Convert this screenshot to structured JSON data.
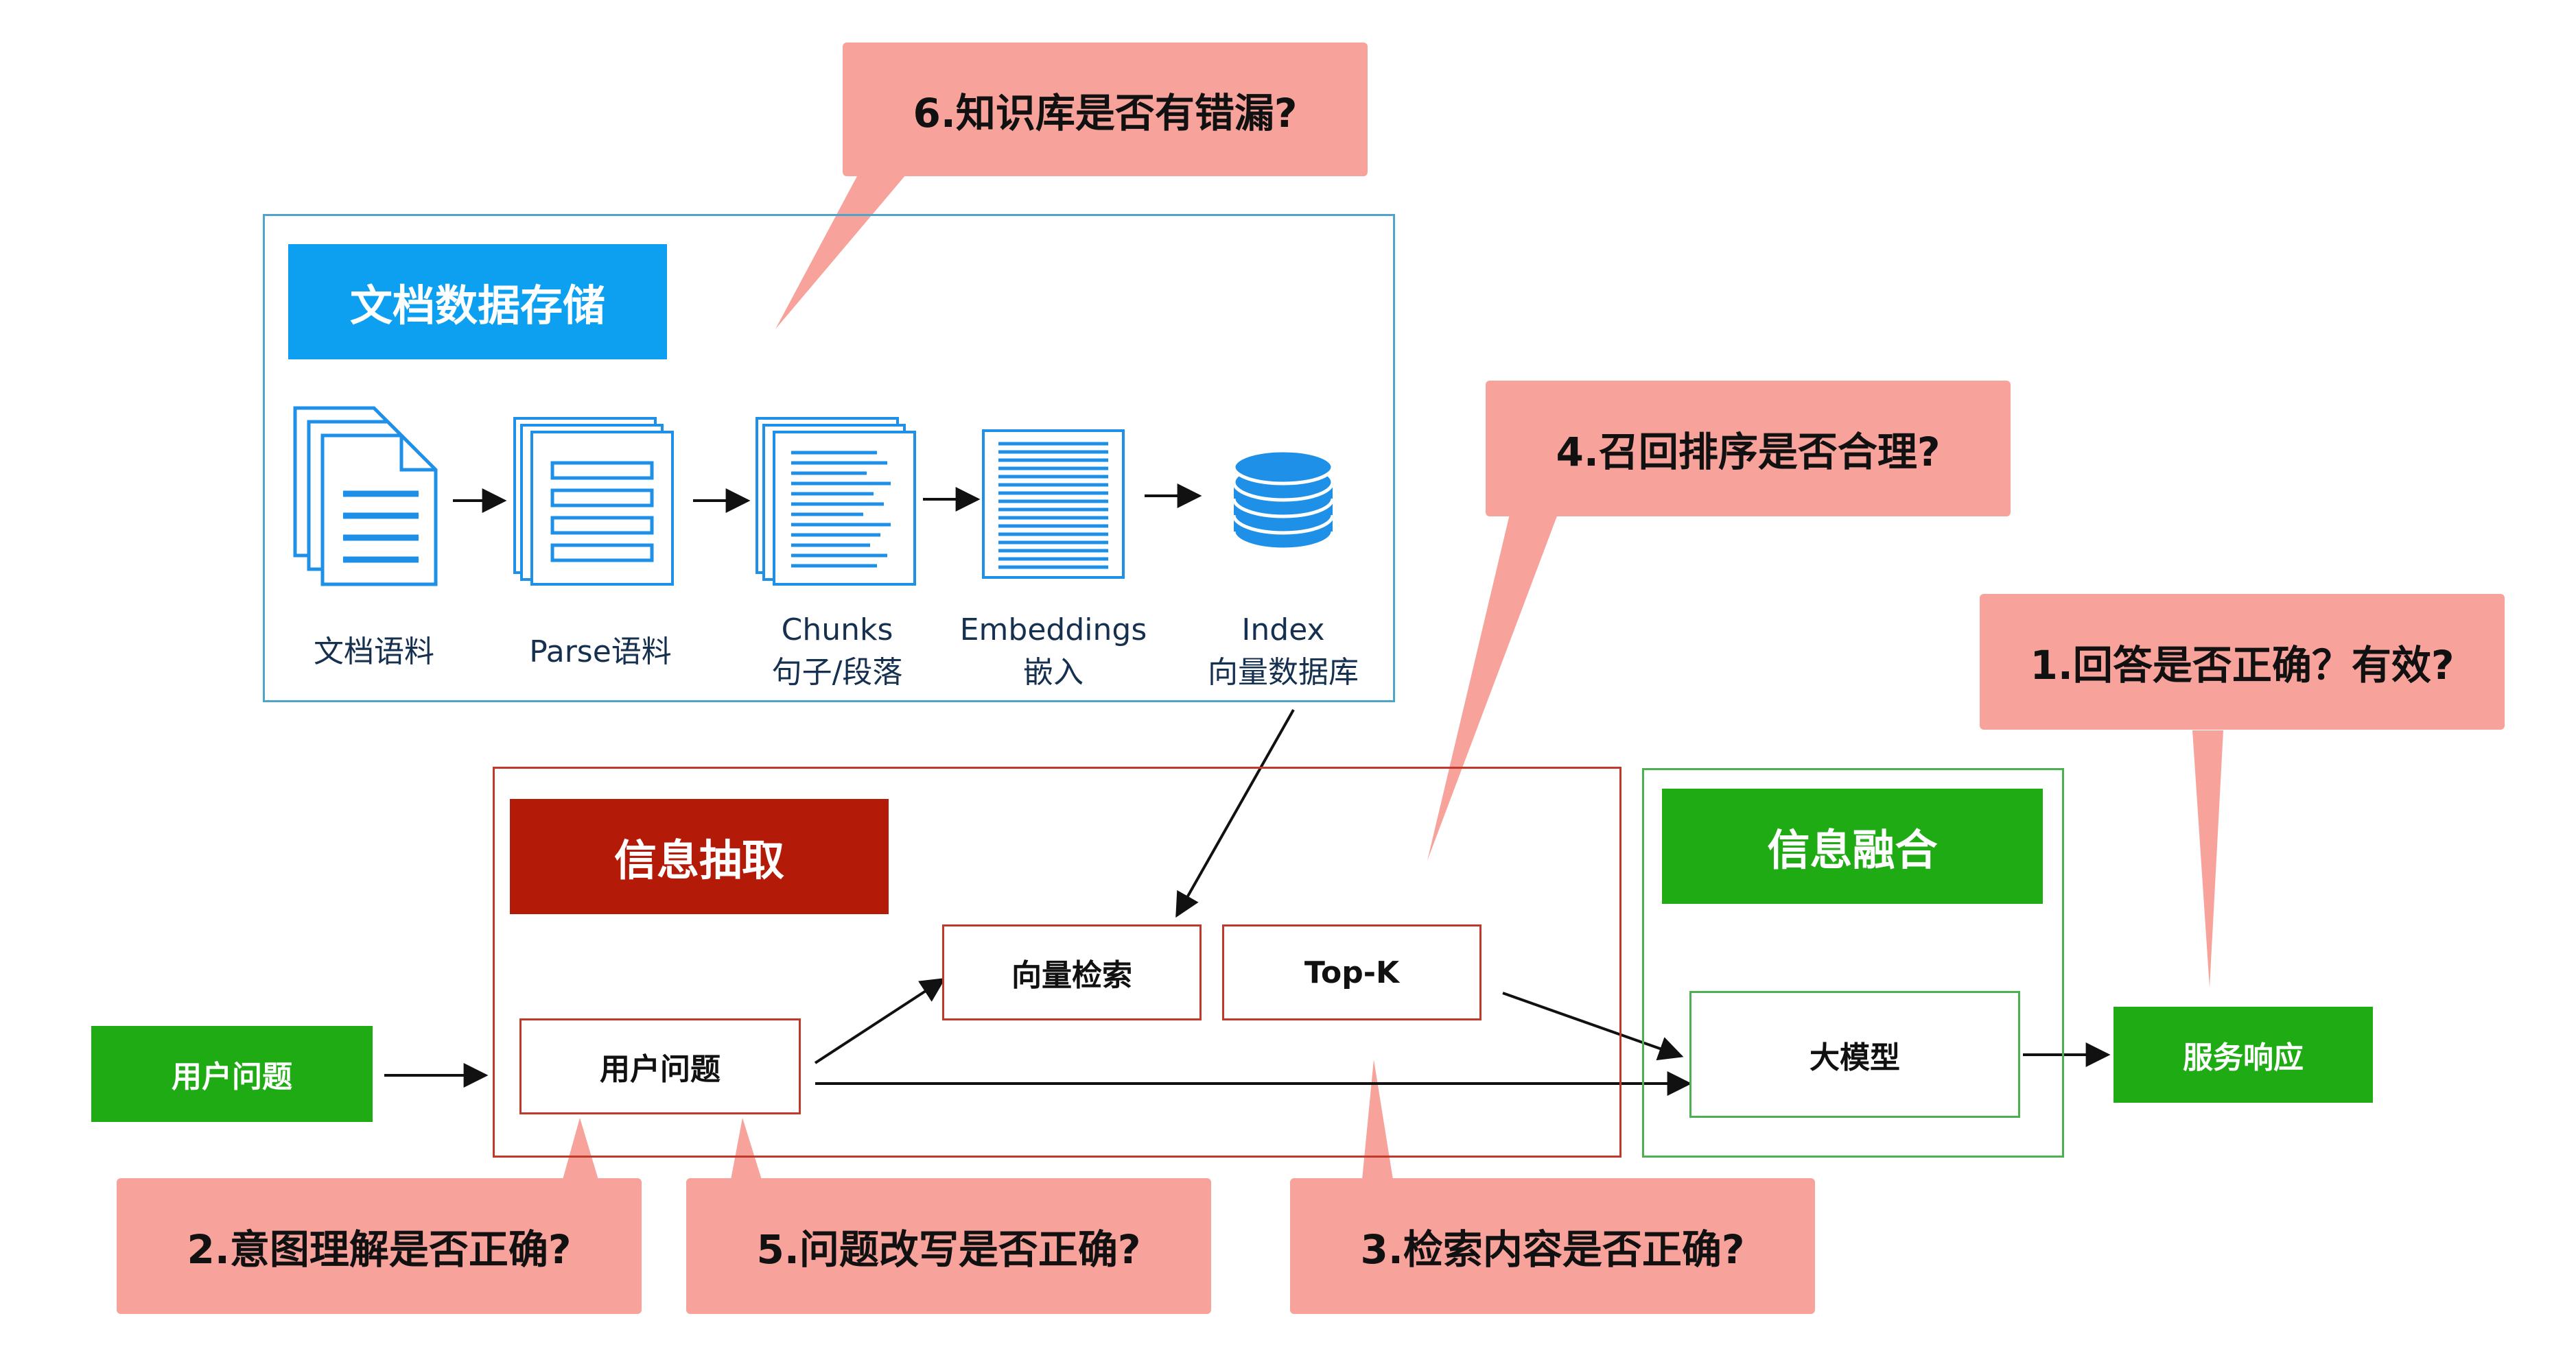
{
  "colors": {
    "storage_title_bg": "#0ea0f0",
    "extract_title_bg": "#b31a08",
    "fusion_title_bg": "#1fab14",
    "callout_bg": "#f7a29b",
    "icon_blue": "#1e90e8"
  },
  "storage": {
    "title": "文档数据存储",
    "stages": [
      {
        "icon": "documents-icon",
        "line1": "文档语料",
        "line2": ""
      },
      {
        "icon": "parsed-pages-icon",
        "line1": "Parse语料",
        "line2": ""
      },
      {
        "icon": "chunks-icon",
        "line1": "Chunks",
        "line2": "句子/段落"
      },
      {
        "icon": "embeddings-icon",
        "line1": "Embeddings",
        "line2": "嵌入"
      },
      {
        "icon": "database-icon",
        "line1": "Index",
        "line2": "向量数据库"
      }
    ]
  },
  "extraction": {
    "title": "信息抽取",
    "user_question": "用户问题",
    "vector_search": "向量检索",
    "topk": "Top-K"
  },
  "fusion": {
    "title": "信息融合",
    "llm": "大模型"
  },
  "input": {
    "user_question": "用户问题"
  },
  "output": {
    "service_response": "服务响应"
  },
  "callouts": {
    "c1": "1.回答是否正确？有效?",
    "c2": "2.意图理解是否正确?",
    "c3": "3.检索内容是否正确?",
    "c4": "4.召回排序是否合理?",
    "c5": "5.问题改写是否正确?",
    "c6": "6.知识库是否有错漏?"
  }
}
